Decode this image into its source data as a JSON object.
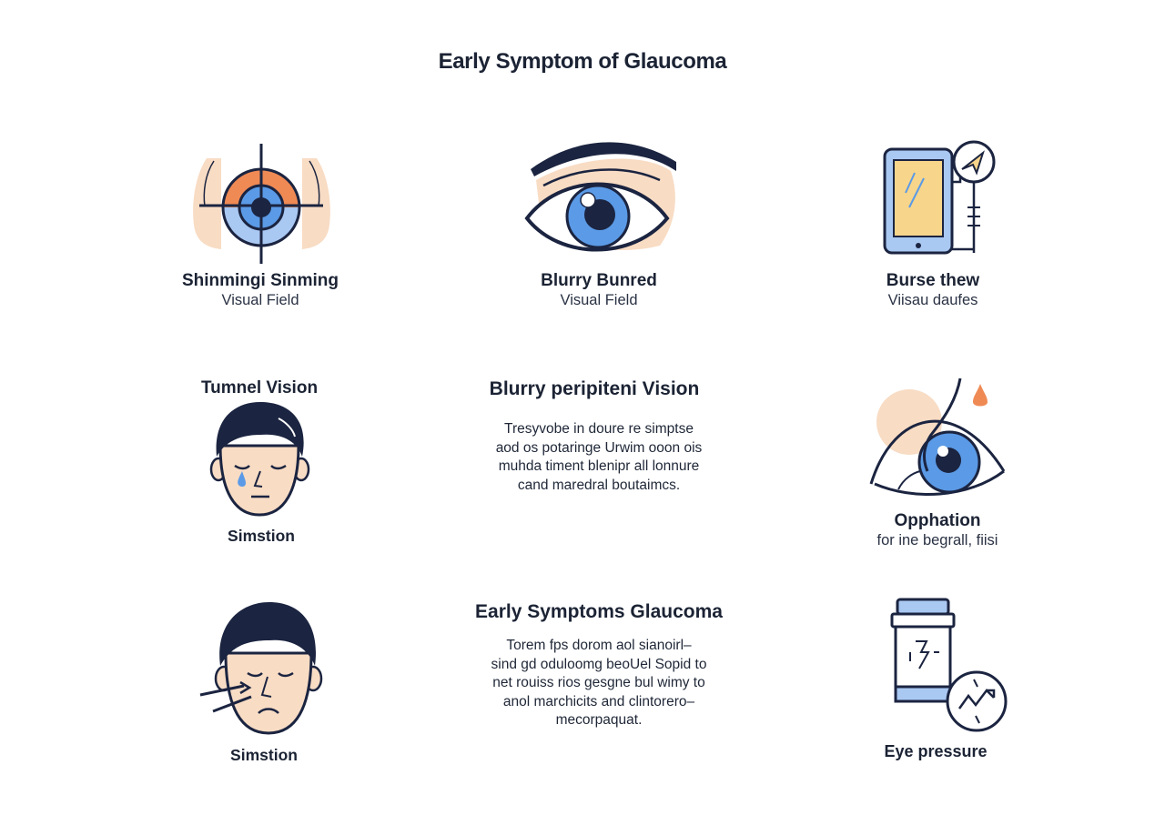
{
  "title": "Early Symptom of Glaucoma",
  "colors": {
    "navy": "#1b2440",
    "blue": "#5b9ae6",
    "light_blue": "#a9c8f2",
    "orange": "#ef8a55",
    "skin": "#f8dcc4",
    "yellow": "#f7d58a"
  },
  "items": [
    {
      "icon": "visual-field-target-icon",
      "heading": "Shinmingi Sinming",
      "subtext": "Visual Field"
    },
    {
      "icon": "eye-icon",
      "heading": "Blurry Bunred",
      "subtext": "Visual Field"
    },
    {
      "icon": "phone-screen-icon",
      "heading": "Burse thew",
      "subtext": "Viisau daufes"
    },
    {
      "icon": "face-tear-icon",
      "heading": "Tumnel Vision",
      "subtext": "Simstion"
    },
    {
      "icon": "eye-drop-icon",
      "heading": "Opphation",
      "subtext": "for ine begrall, fiisi"
    },
    {
      "icon": "face-pain-icon",
      "heading": "Simstion",
      "subtext": ""
    },
    {
      "icon": "medicine-bottle-icon",
      "heading": "Eye pressure",
      "subtext": ""
    }
  ],
  "blocks": [
    {
      "heading": "Blurry peripiteni Vision",
      "lines": [
        "Tresyvobe in doure re simptse",
        "aod os potaringe Urwim ooon ois",
        "muhda timent blenipr all lonnure",
        "cand maredral boutaimcs."
      ]
    },
    {
      "heading": "Early Symptoms Glaucoma",
      "lines": [
        "Torem fps dorom aol sianoirl–",
        "sind gd oduloomg beoUel Sopid to",
        "net rouiss rios gesgne bul wimy to",
        "anol marchicits and clintorero–",
        "mecorpaquat."
      ]
    }
  ]
}
